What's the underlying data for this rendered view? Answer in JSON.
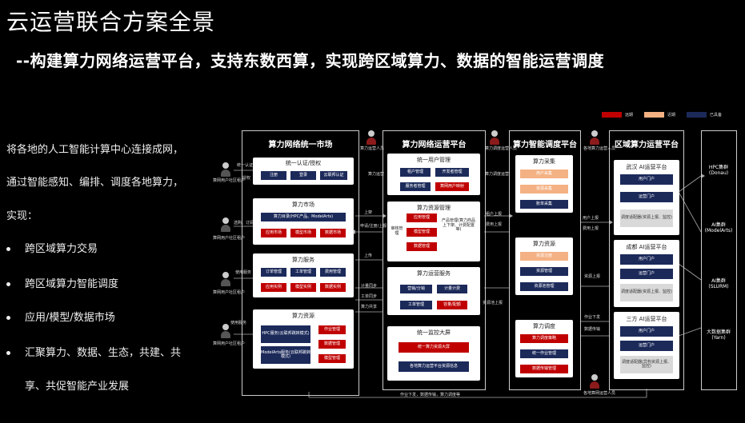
{
  "title": "云运营联合方案全景",
  "subtitle": "--构建算力网络运营平台，支持东数西算，实现跨区域算力、数据的智能运营调度",
  "legend": [
    {
      "label": "远期",
      "color": "#c00000"
    },
    {
      "label": "近期",
      "color": "#f4b183"
    },
    {
      "label": "已具备",
      "color": "#1c2a5a"
    }
  ],
  "left": {
    "line1": "将各地的人工智能计算中心连接成网，",
    "line2": "通过智能感知、编排、调度各地算力，",
    "line3": "实现：",
    "bullets": [
      "跨区域算力交易",
      "跨区域算力智能调度",
      "应用/模型/数据市场",
      "汇聚算力、数据、生态，共建、共",
      "享、共促智能产业发展"
    ]
  },
  "market": {
    "title": "算力网络统一市场",
    "auth": {
      "title": "统一认证/授权",
      "items": [
        "注册",
        "登录",
        "云联邦认证"
      ]
    },
    "mkt": {
      "title": "算力市场",
      "catalog": "算力目录(HPC产品、ModelArts)",
      "items": [
        "应用市场",
        "模型市场",
        "数据市场"
      ]
    },
    "svc": {
      "title": "算力服务",
      "row1": [
        "订单管理",
        "工单管理",
        "费用管理"
      ],
      "row2": [
        "应用实例",
        "模型实例",
        "数据实例"
      ]
    },
    "res": {
      "title": "算力资源",
      "left1": "HPC服务(云联邦跳转模式)",
      "left2": "ModelArts服务(云联邦跳转模式)",
      "right": [
        "作业管理",
        "数据管理",
        "模型管理"
      ]
    }
  },
  "ops": {
    "title": "算力网络运营平台",
    "user": {
      "title": "统一用户管理",
      "row1": [
        "租户管理",
        "开发者管理"
      ],
      "row2": [
        "服务者管理",
        "算网用户映射"
      ]
    },
    "resmgr": {
      "title": "算力资源管理",
      "side": "审核管理",
      "items": [
        "应用管理",
        "模型管理",
        "数据管理"
      ],
      "right": "产品管理(算力商品上下架、计费配置等)"
    },
    "opsvc": {
      "title": "算力运营服务",
      "row1": [
        "营销/分销",
        "计量计费"
      ],
      "row2": [
        "工单管理",
        "容量/配额"
      ]
    },
    "monitor": {
      "title": "统一监控大屏",
      "items": [
        "统一算力资源大屏",
        "各地算力运营平台资源信息"
      ]
    }
  },
  "sched": {
    "title": "算力智能调度平台",
    "collect": {
      "title": "算力采集",
      "items": [
        "用户采集",
        "资源采集",
        "账单采集"
      ]
    },
    "res": {
      "title": "算力资源",
      "items": [
        "资源注册",
        "资源管理",
        "资源池管理"
      ]
    },
    "disp": {
      "title": "算力调度",
      "items": [
        "算力调度策略",
        "统一作业管理",
        "数据传输管理"
      ]
    }
  },
  "regional": {
    "title": "区域算力运营平台",
    "blocks": [
      {
        "title": "武汉 AI运营平台",
        "items": [
          "用户门户",
          "运营门户"
        ],
        "note": "调度适配器(资源上报、监控)"
      },
      {
        "title": "成都 AI运营平台",
        "items": [
          "用户门户",
          "运营门户"
        ],
        "note": "调度适配器(资源上报、监控)"
      },
      {
        "title": "三方 AI运营平台",
        "items": [
          "用户门户",
          "运营门户"
        ],
        "note": "调度适配器(异构资源上报、监控)"
      }
    ]
  },
  "clusters": [
    "HPC集群(Donau)",
    "AI集群(ModelArts)",
    "AI集群(SLURM)",
    "大数据集群(Yarn)"
  ],
  "labels": {
    "user1": "算网用户社区租户",
    "user2": "算网用户社区租户",
    "user3": "算网用户社区租户",
    "user4": "算网用户社区租户",
    "l_auth": "统一认证",
    "l_grant": "授权",
    "l_pick": "选购、订阅",
    "l_use": "使用服务",
    "l_use2": "使用服务",
    "l_ops": "算力运营",
    "l_sched_ops": "算力调度运营",
    "l_regional_ops": "各地算力运营人员",
    "l_regional_ops2": "各地算网运营人员",
    "l_ops_staff": "算力运营人员",
    "l_sched_staff": "算力调度运营人员",
    "l_up1": "上架",
    "l_apply": "申请/注册/上报",
    "l_up2": "上传",
    "l_meter": "计量同步",
    "l_order": "工单同步",
    "l_share": "算力共享",
    "l_tenant": "租户上报",
    "l_fee": "费用上报",
    "l_res_up": "资源池上报",
    "l_user_up": "用户上报",
    "l_fee_up": "费用上报",
    "l_res_up2": "资源上报",
    "l_job_send": "作业下发",
    "l_data": "数据传输",
    "l_bottom": "作业下发，数据传输，算力调度等"
  }
}
